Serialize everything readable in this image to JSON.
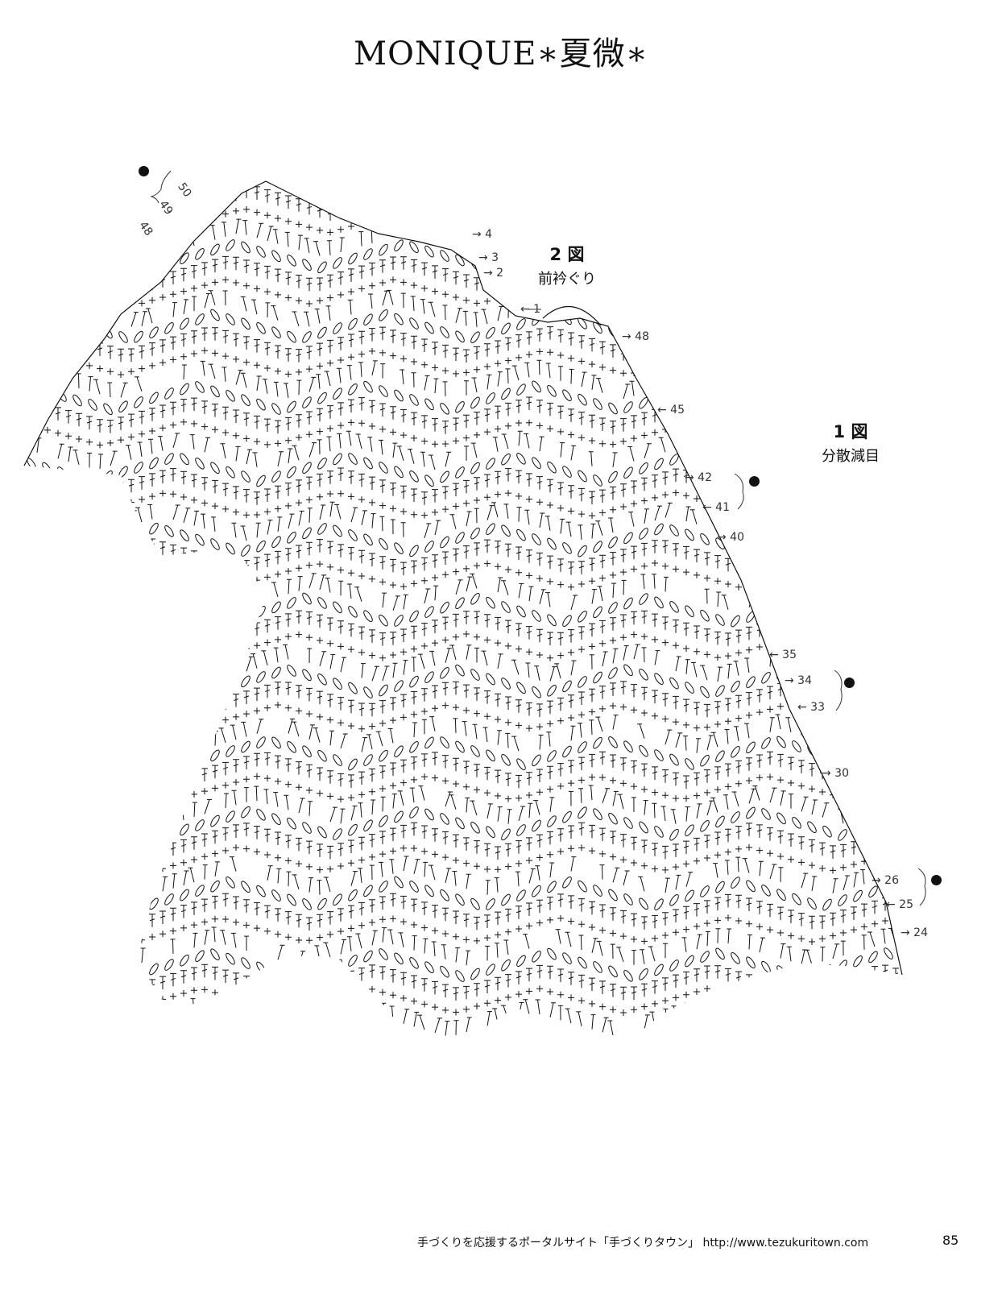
{
  "title": "MONIQUE∗夏微∗",
  "figure2": {
    "label": "2 図",
    "caption": "前衿ぐり"
  },
  "figure1": {
    "label": "1 図",
    "caption": "分散減目"
  },
  "row_markers": {
    "r50": "50",
    "r49": "49",
    "r48_left": "48",
    "r4": "→ 4",
    "r3": "→ 3",
    "r2": "→ 2",
    "r1": "← 1",
    "r48": "→ 48",
    "r45": "← 45",
    "r42": "→ 42",
    "r41": "← 41",
    "r40": "→ 40",
    "r35": "← 35",
    "r34": "→ 34",
    "r33": "← 33",
    "r30": "→ 30",
    "r26": "→ 26",
    "r25": "← 25",
    "r24": "→ 24"
  },
  "footer": {
    "text": "手づくりを応援するポータルサイト「手づくりタウン」 http://www.tezukuritown.com",
    "page_number": "85"
  },
  "colors": {
    "ink": "#111111",
    "background": "#ffffff"
  }
}
